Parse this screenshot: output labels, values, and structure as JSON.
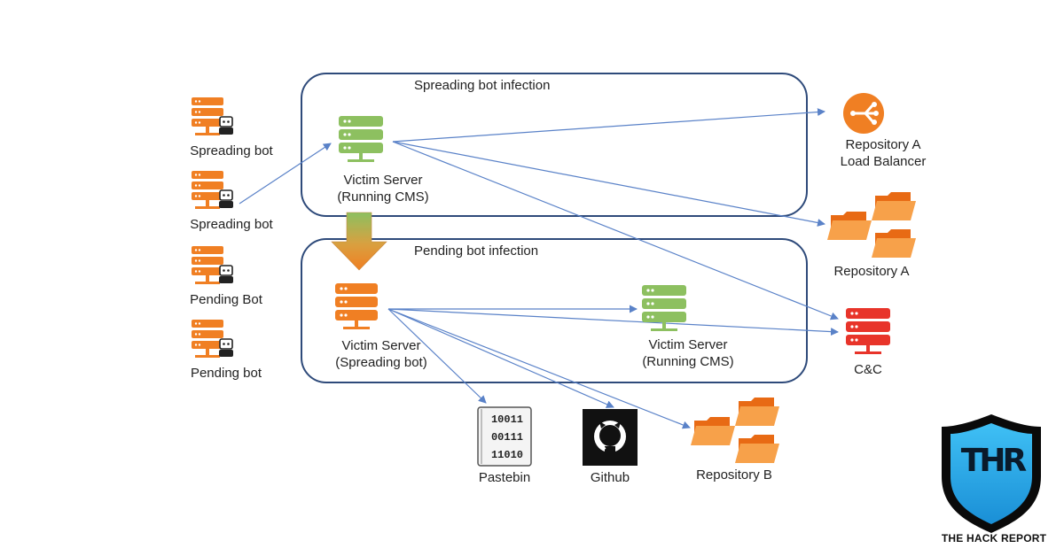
{
  "bots": [
    {
      "label": "Spreading bot"
    },
    {
      "label": "Spreading bot"
    },
    {
      "label": "Pending Bot"
    },
    {
      "label": "Pending bot"
    }
  ],
  "spreading_box": {
    "title": "Spreading bot infection"
  },
  "pending_box": {
    "title": "Pending bot infection"
  },
  "victim_cms_top": {
    "line1": "Victim Server",
    "line2": "(Running CMS)"
  },
  "victim_spreading": {
    "line1": "Victim Server",
    "line2": "(Spreading bot)"
  },
  "victim_cms_bottom": {
    "line1": "Victim Server",
    "line2": "(Running CMS)"
  },
  "repo_a_lb": {
    "line1": "Repository A",
    "line2": "Load Balancer"
  },
  "repo_a": {
    "label": "Repository A"
  },
  "cnc": {
    "label": "C&C"
  },
  "pastebin": {
    "label": "Pastebin",
    "bits": [
      "10011",
      "00111",
      "11010"
    ]
  },
  "github": {
    "label": "Github"
  },
  "repo_b": {
    "label": "Repository B"
  },
  "logo": {
    "letters": "THR",
    "text": "THE HACK REPORT"
  },
  "colors": {
    "orange": "#F07F23",
    "green": "#8DC060",
    "red": "#E8342A",
    "box": "#2E4A7A",
    "arrow": "#5A82C8",
    "logo_blue": "#2BA8E8"
  }
}
